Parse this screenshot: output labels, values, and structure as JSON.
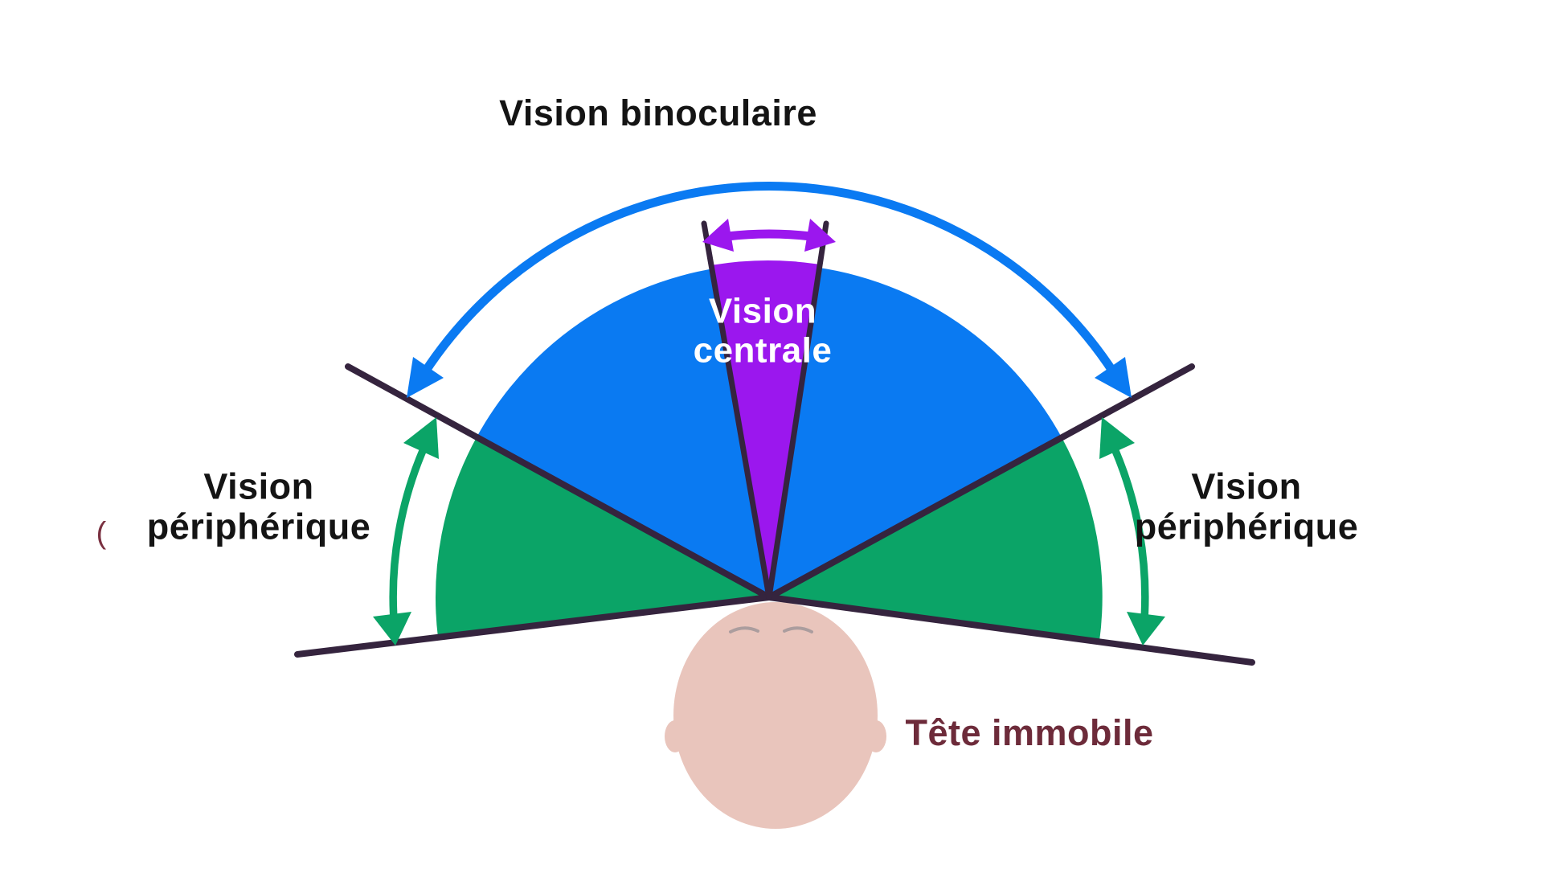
{
  "title": "Vision binoculaire",
  "labels": {
    "central": "Vision centrale",
    "peripheral_left": "Vision périphérique",
    "peripheral_right": "Vision périphérique",
    "head": "Tête immobile"
  },
  "artifact_mark": "(",
  "colors": {
    "binocular_blue": "#0a7af2",
    "peripheral_green": "#0ba467",
    "central_purple": "#9b17ee",
    "boundary_line_dark": "#35243e",
    "head_skin": "#e9c5bc",
    "head_label_maroon": "#6d2b3a",
    "label_black": "#141414",
    "background": "#ffffff"
  }
}
